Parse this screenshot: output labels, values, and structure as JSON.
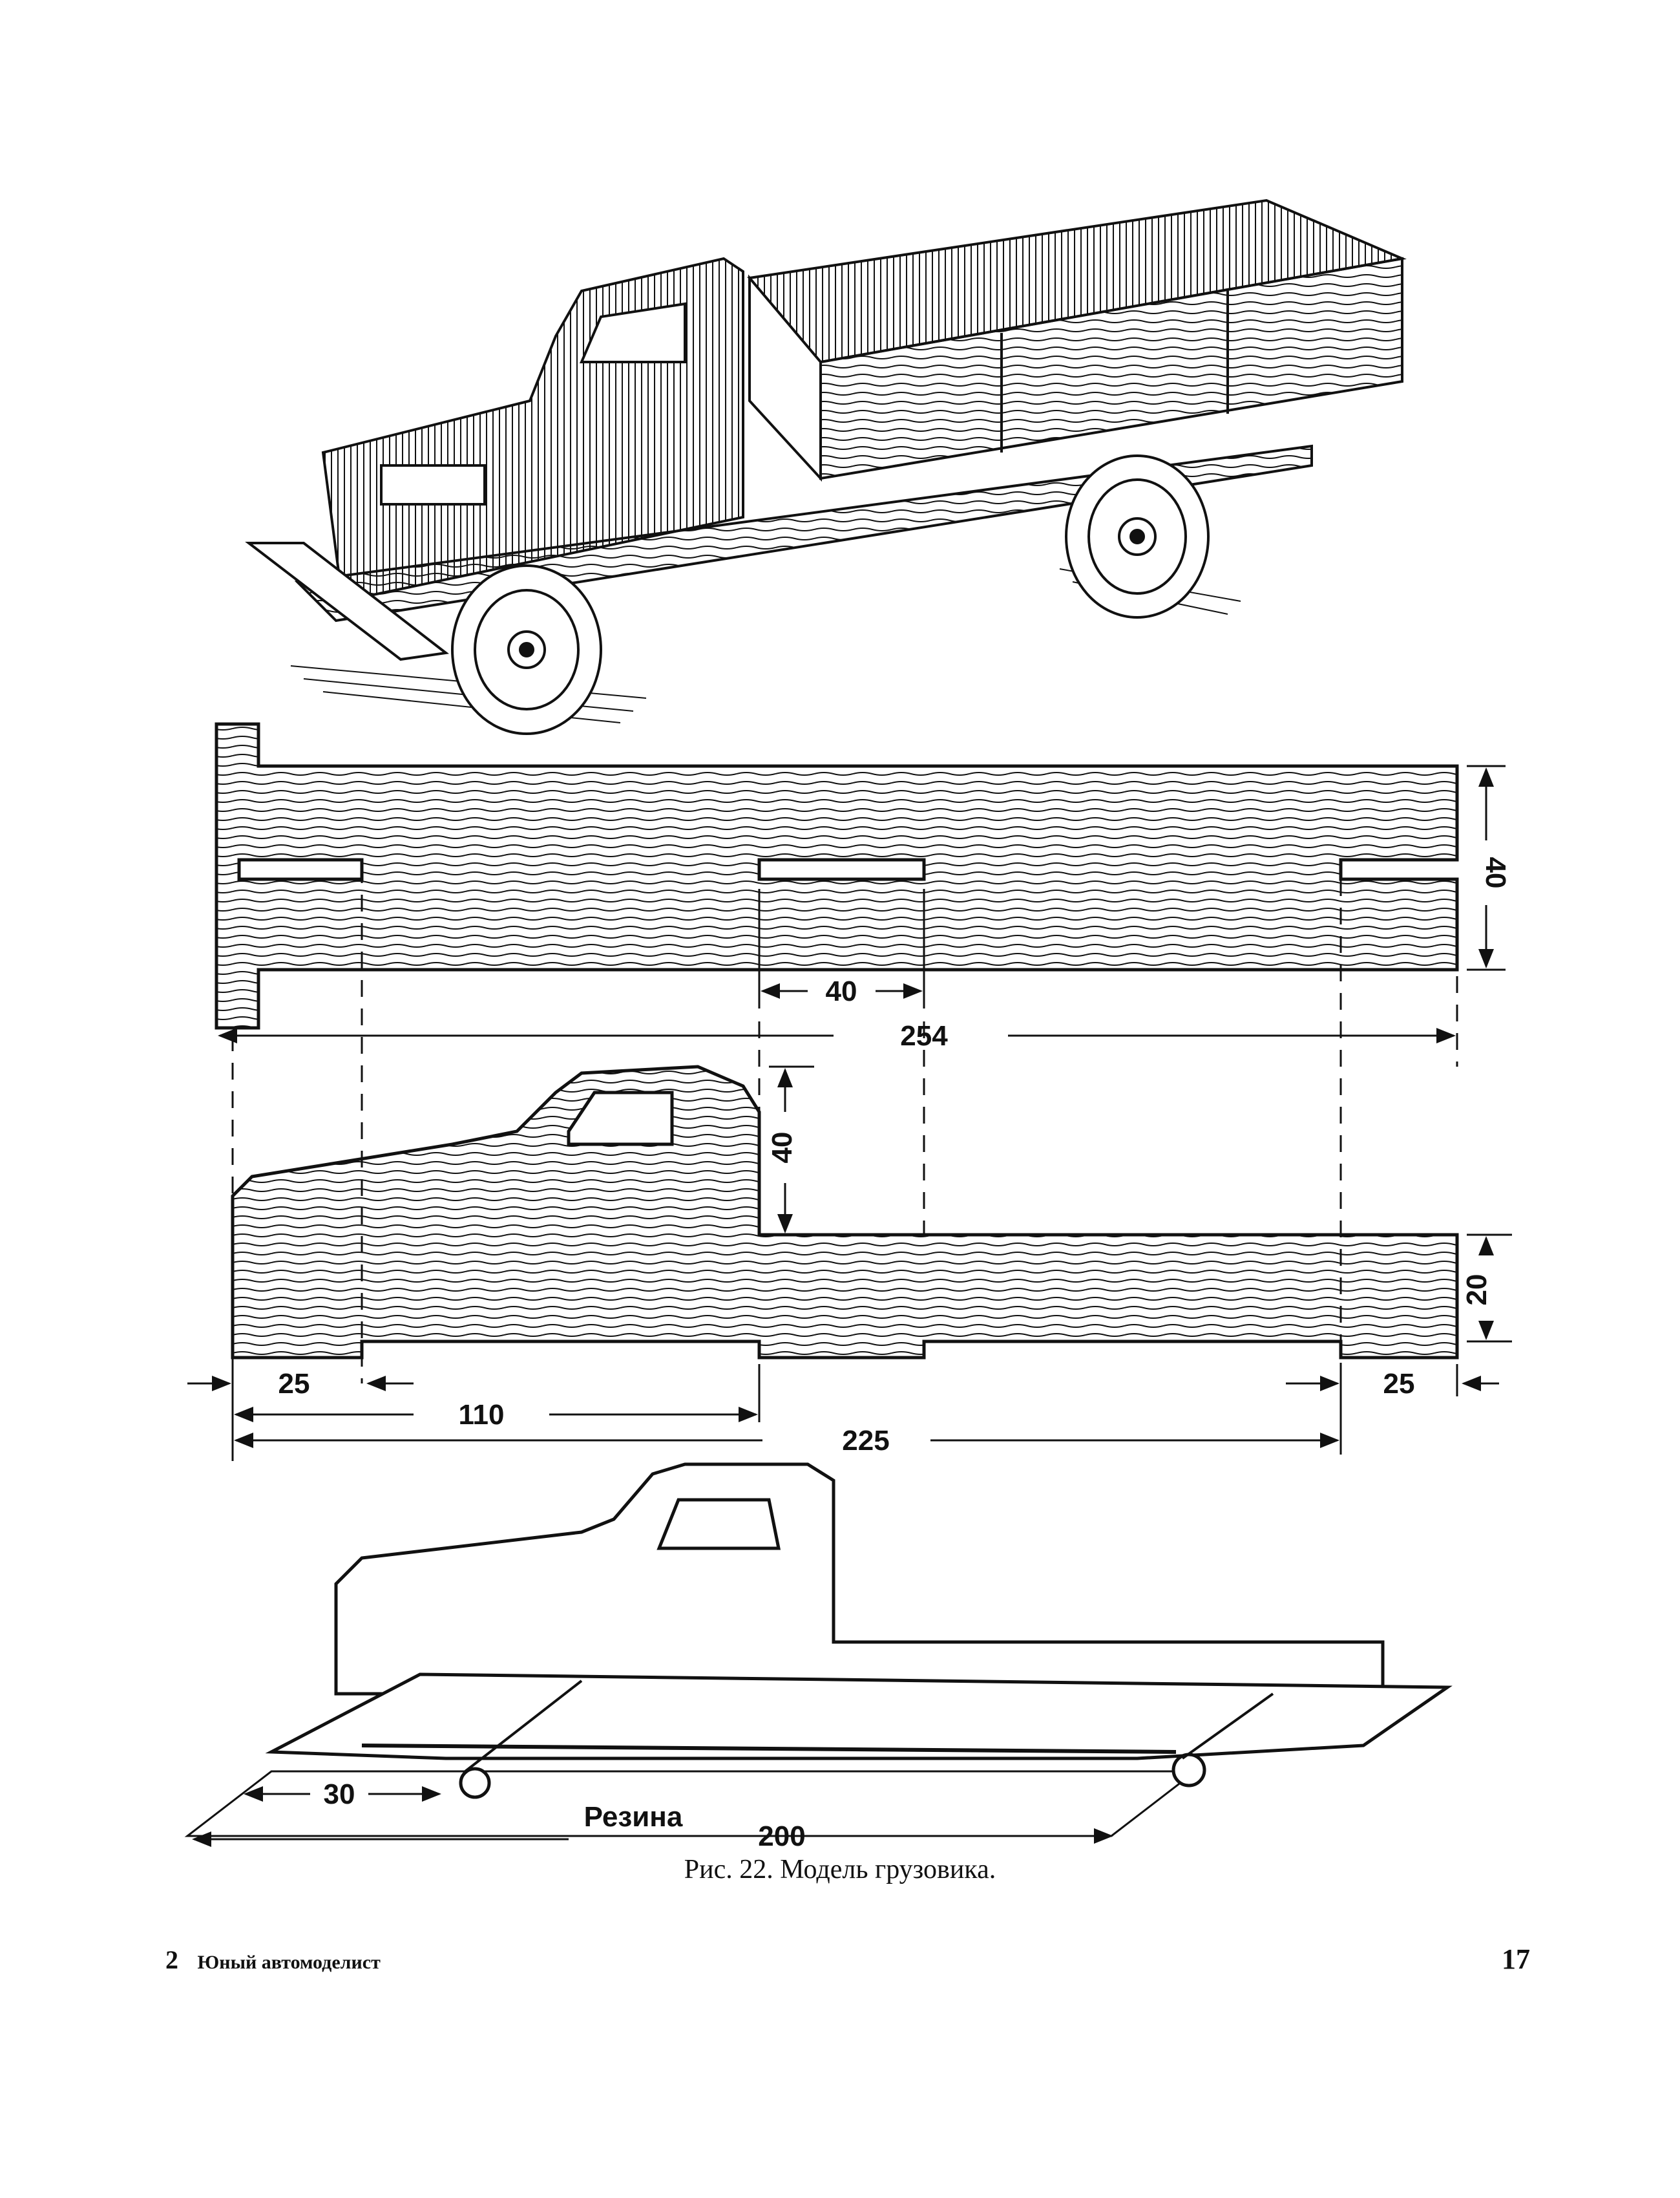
{
  "figure": {
    "caption": "Рис. 22. Модель грузовика.",
    "dimensions": {
      "d40_slot": "40",
      "d254": "254",
      "d40_cab": "40",
      "d40_bed": "40",
      "d20": "20",
      "d25_left": "25",
      "d110": "110",
      "d225": "225",
      "d25_right": "25",
      "d30": "30",
      "d200": "200"
    },
    "label_rubber": "Резина"
  },
  "footer": {
    "signature_number": "2",
    "book_title": "Юный автомоделист",
    "page_number": "17"
  }
}
